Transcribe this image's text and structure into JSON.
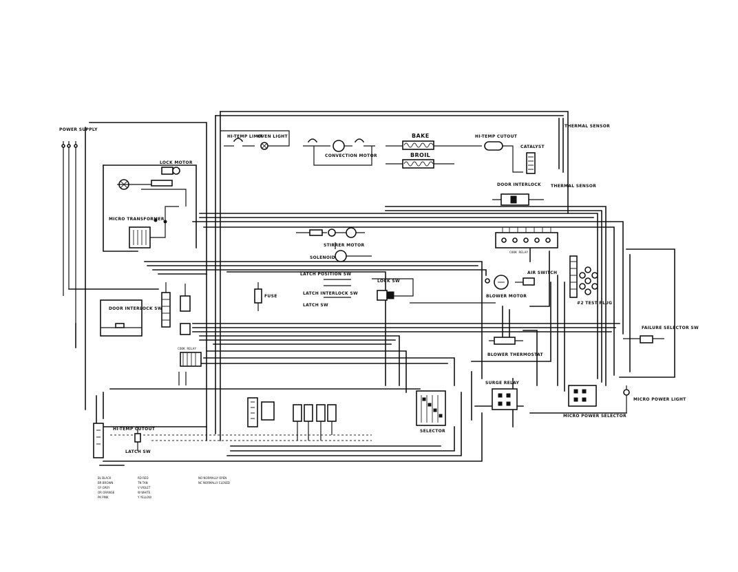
{
  "page_number": "",
  "labels": {
    "power_supply": "POWER SUPPLY",
    "door_interlock_sw": "DOOR INTERLOCK SW",
    "bake": "BAKE",
    "broil": "BROIL",
    "oven_light": "OVEN LIGHT",
    "convection_motor": "CONVECTION MOTOR",
    "catalyst": "CATALYST",
    "thermal_sensor": "THERMAL SENSOR",
    "hi_temp_cutout": "HI-TEMP CUTOUT",
    "door_interlock": "DOOR INTERLOCK",
    "micro_transformer": "MICRO TRANSFORMER",
    "stirrer_motor": "STIRRER MOTOR",
    "solenoid": "SOLENOID",
    "blower_motor": "BLOWER MOTOR",
    "air_switch": "AIR SWITCH",
    "test_plug": "#2 TEST PLUG",
    "blower_thermostat": "BLOWER THERMOSTAT",
    "surge_relay": "SURGE RELAY",
    "micro_power_selector": "MICRO POWER SELECTOR",
    "micro_power_light": "MICRO POWER LIGHT",
    "failure_selector_sw": "FAILURE SELECTOR SW",
    "selector": "SELECTOR",
    "latch_position_sw": "LATCH POSITION SW",
    "latch_interlock_sw": "LATCH INTERLOCK SW",
    "latch_sw": "LATCH SW",
    "hi_temp_limit": "HI-TEMP LIMIT",
    "fuse": "FUSE",
    "lock_motor": "LOCK MOTOR",
    "cook_relay": "COOK RELAY",
    "lock_sw": "LOCK SW"
  },
  "legend": {
    "left": [
      "BL  BLACK",
      "BR  BROWN",
      "GY  GREY",
      "OR  ORANGE",
      "PK  PINK"
    ],
    "middle": [
      "RD  RED",
      "TN  TAN",
      "V   VIOLET",
      "W   WHITE",
      "Y   YELLOW"
    ],
    "right": [
      "NO  NORMALLY OPEN",
      "NC  NORMALLY CLOSED"
    ]
  }
}
